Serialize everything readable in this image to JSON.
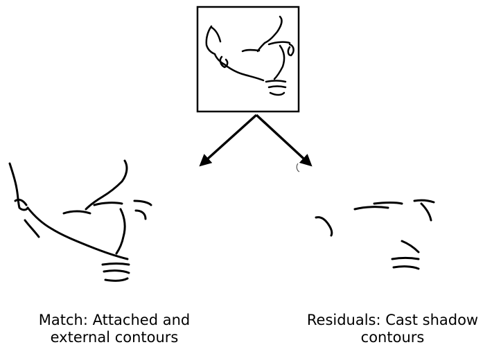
{
  "captions": {
    "match_line1": "Match: Attached and",
    "match_line2": "external contours",
    "residual_line1": "Residuals: Cast shadow",
    "residual_line2": "contours"
  }
}
